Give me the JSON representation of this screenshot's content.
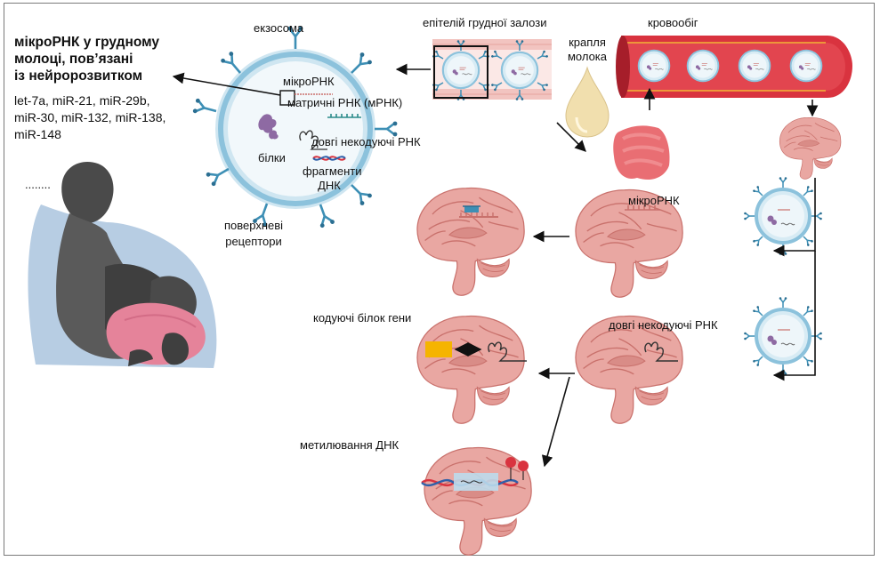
{
  "title_lines": [
    "мікроРНК у грудному",
    "молоці, пов’язані",
    "із нейророзвитком"
  ],
  "mirna_list_lines": [
    "let-7a, miR-21, miR-29b,",
    "miR-30, miR-132, miR-138,",
    "miR-148"
  ],
  "ellipsis": "........",
  "labels": {
    "exosome": "екзосома",
    "epithelium": "епітелій грудної залози",
    "bloodstream": "кровообіг",
    "milk_drop": [
      "крапля",
      "молока"
    ],
    "mirna_in_exosome": "мікроРНК",
    "mrna": "матричні РНК (мРНК)",
    "lncrna_in_exosome": "довгі некодуючі РНК",
    "proteins": "білки",
    "dna_fragments": [
      "фрагменти",
      "ДНК"
    ],
    "surface_receptors": [
      "поверхневі",
      "рецептори"
    ],
    "mirna_brain": "мікроРНК",
    "lncrna_brain": "довгі некодуючі РНК",
    "protein_coding_genes": "кодуючі білок гени",
    "dna_methylation": "метилювання ДНК"
  },
  "colors": {
    "brain_pink": "#e9a7a2",
    "brain_dark": "#c9716c",
    "vessel_red": "#d9333f",
    "vessel_dark": "#a61e2a",
    "exosome_blue": "#bcdcec",
    "receptor_blue": "#3d8fb5",
    "milk": "#f1dfae",
    "intestine": "#e5555a",
    "gene_box": "#f5b400",
    "dna_red": "#d9333f",
    "dna_blue": "#2f5fa8",
    "skin_dark": "#4a4a4a",
    "cloth_blue": "#b7cde3",
    "baby_pink": "#e5839a"
  }
}
